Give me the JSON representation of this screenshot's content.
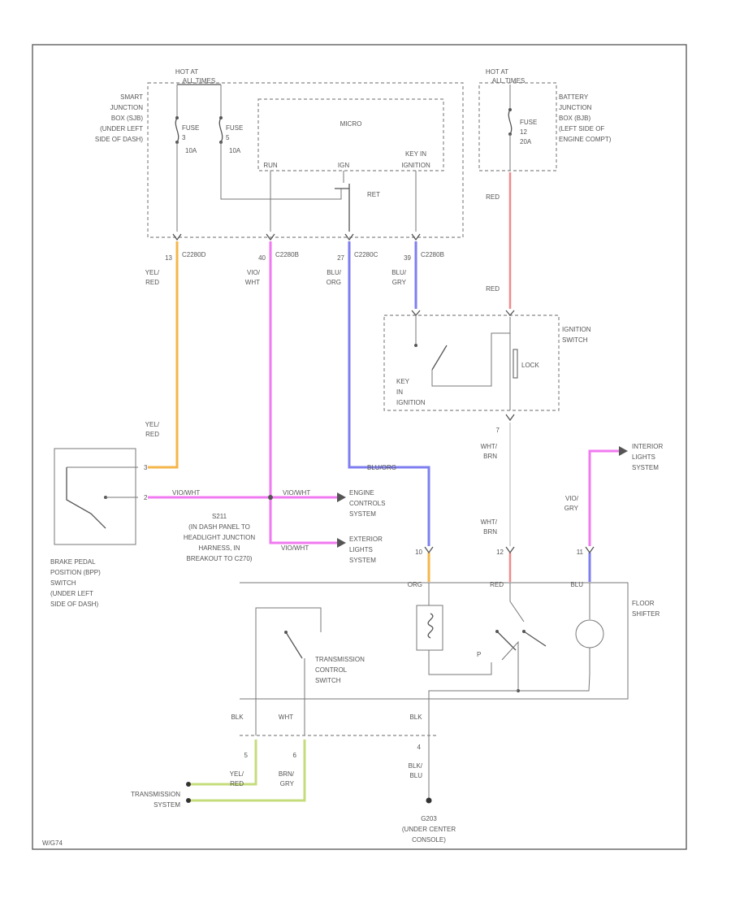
{
  "figure_id": "W/G74",
  "smart_junction_box": {
    "label": [
      "SMART",
      "JUNCTION",
      "BOX (SJB)",
      "(UNDER LEFT",
      "SIDE OF DASH)"
    ],
    "hot_at": [
      "HOT AT",
      "ALL TIMES"
    ],
    "fuse_a": [
      "FUSE",
      "3",
      "10A"
    ],
    "fuse_b": [
      "FUSE",
      "5",
      "10A"
    ],
    "micro_label": "MICRO",
    "run_label": "RUN",
    "ign_label": "IGN",
    "key_in_label": [
      "KEY IN",
      "IGNITION"
    ],
    "relay_label": "RET",
    "pins": [
      {
        "num": "13",
        "conn": "C2280D"
      },
      {
        "num": "40",
        "conn": "C2280B"
      },
      {
        "num": "27",
        "conn": "C2280C"
      },
      {
        "num": "39",
        "conn": "C2280B"
      }
    ]
  },
  "battery_junction_box": {
    "label": [
      "BATTERY",
      "JUNCTION",
      "BOX (BJB)",
      "(LEFT SIDE OF",
      "ENGINE COMPT)"
    ],
    "hot_at": [
      "HOT AT",
      "ALL TIMES"
    ],
    "fuse": [
      "FUSE",
      "12",
      "20A"
    ]
  },
  "wire_colors": {
    "yel_red": [
      "YEL/",
      "RED"
    ],
    "vio_wht": [
      "VIO/",
      "WHT"
    ],
    "blu_org": [
      "BLU/",
      "ORG"
    ],
    "blu_gry": [
      "BLU/",
      "GRY"
    ],
    "red_top": "RED",
    "red_mid": "RED",
    "wht_brn_a": [
      "WHT/",
      "BRN"
    ],
    "wht_brn_b": [
      "WHT/",
      "BRN"
    ],
    "vio_gry": [
      "VIO/",
      "GRY"
    ],
    "yel_red_b": [
      "YEL/",
      "RED"
    ],
    "brn_gry": [
      "BRN/",
      "GRY"
    ],
    "blk_blu": [
      "BLK/",
      "BLU"
    ],
    "colors_hex": {
      "org": "#f5b64a",
      "vio": "#f07af0",
      "blu": "#7e7ef0",
      "red": "#f08a8a",
      "grn": "#c5dc7c"
    }
  },
  "ignition_switch": {
    "label": [
      "IGNITION",
      "SWITCH"
    ],
    "lock_label": "LOCK",
    "key_label": [
      "KEY",
      "IN",
      "IGNITION"
    ],
    "pin": "7"
  },
  "bpp_switch": {
    "label": [
      "BRAKE PEDAL",
      "POSITION (BPP)",
      "SWITCH",
      "(UNDER LEFT",
      "SIDE OF DASH)"
    ],
    "pins": [
      "3",
      "2"
    ]
  },
  "splice": {
    "label": [
      "S211",
      "(IN DASH PANEL TO",
      "HEADLIGHT JUNCTION",
      "HARNESS, IN",
      "BREAKOUT TO C270)"
    ],
    "tag_1": "VIO/WHT",
    "tag_2": "VIO/WHT",
    "tag_3": "VIO/WHT",
    "tag_4": "BLU/ORG"
  },
  "engine_controls": [
    "ENGINE",
    "CONTROLS",
    "SYSTEM"
  ],
  "exterior_lights": [
    "EXTERIOR",
    "LIGHTS",
    "SYSTEM"
  ],
  "interior_lights": [
    "INTERIOR",
    "LIGHTS",
    "SYSTEM"
  ],
  "floor_shifter": {
    "label": [
      "FLOOR",
      "SHIFTER"
    ],
    "pin_labels": [
      "ORG",
      "RED",
      "BLU"
    ],
    "pin_nums": [
      "10",
      "12",
      "11"
    ],
    "p_label": "P"
  },
  "transmission_control_switch": [
    "TRANSMISSION",
    "CONTROL",
    "SWITCH"
  ],
  "bottom_connector": {
    "labels": [
      "BLK",
      "WHT",
      "BLK"
    ],
    "pins": [
      "5",
      "6",
      "4"
    ]
  },
  "transmission_system": [
    "TRANSMISSION",
    "SYSTEM"
  ],
  "ground": [
    "G203",
    "(UNDER CENTER",
    "CONSOLE)"
  ]
}
